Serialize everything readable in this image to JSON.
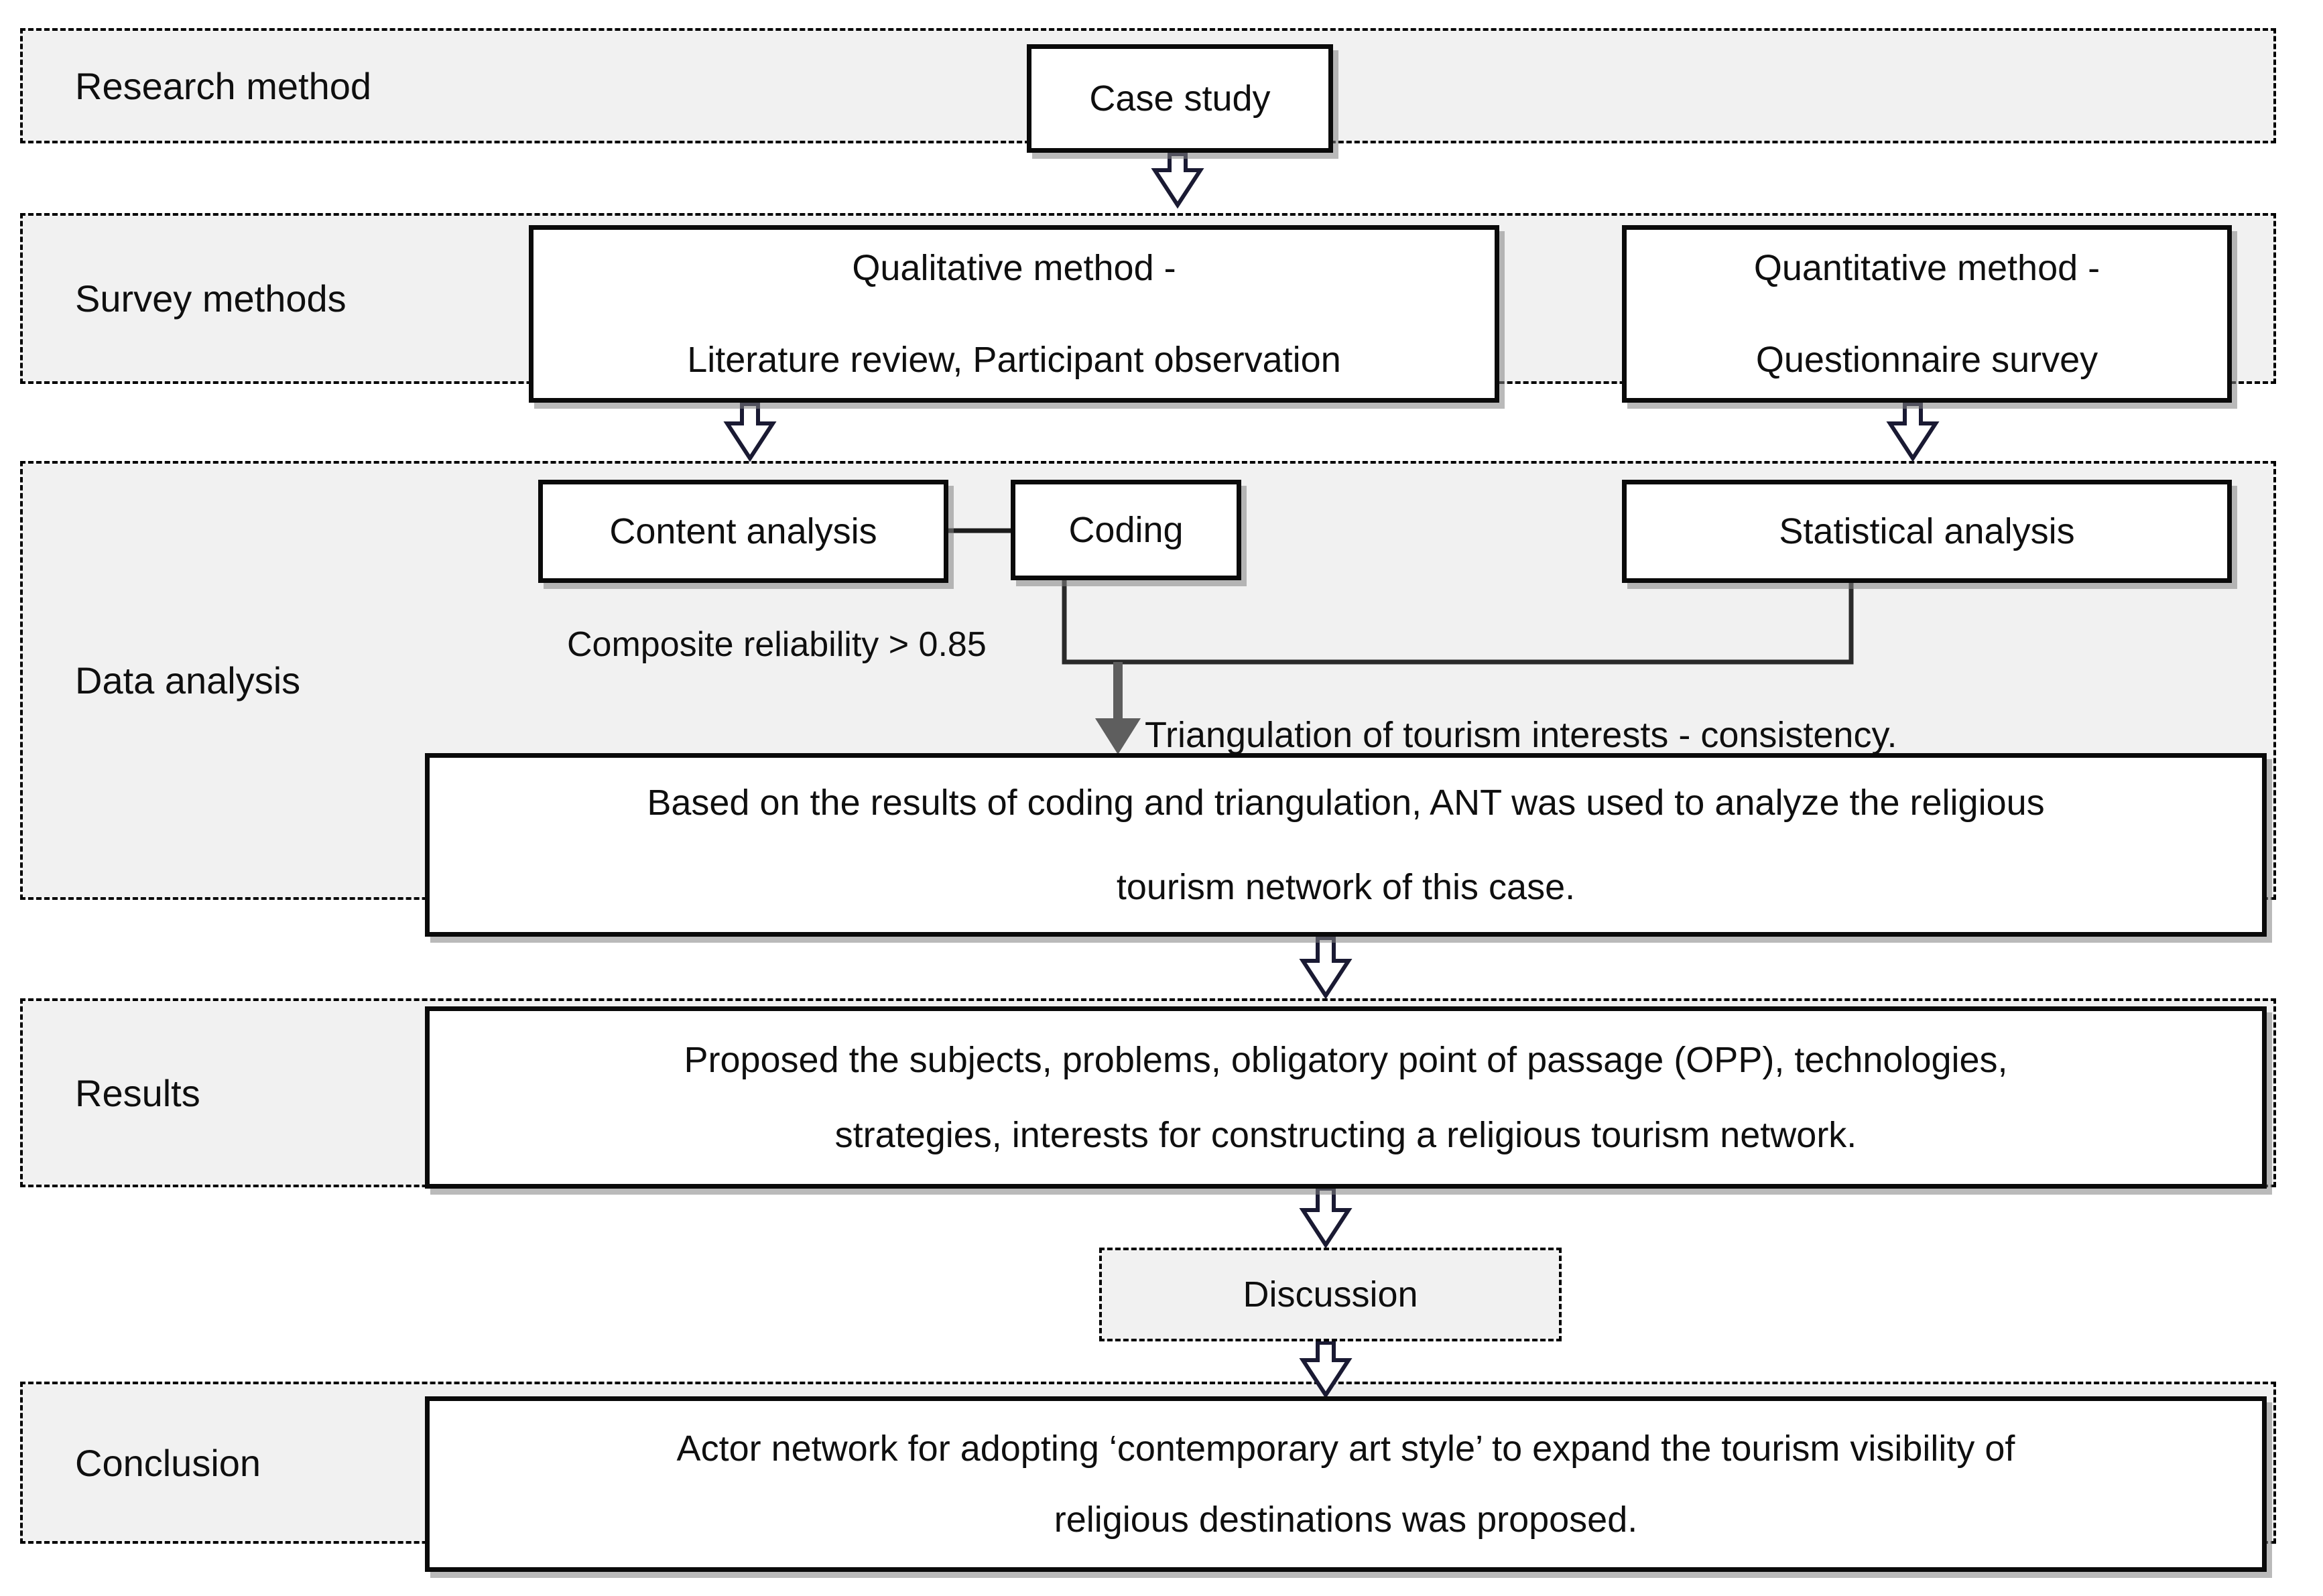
{
  "colors": {
    "band_fill": "#f1f1f1",
    "box_fill": "#ffffff",
    "box_border": "#000000",
    "hollow_arrow_outline": "#1a1a33",
    "solid_arrow": "#5e5e5e",
    "text": "#0f0f0f"
  },
  "rows": {
    "research": {
      "label": "Research method",
      "case_study": "Case study"
    },
    "survey": {
      "label": "Survey methods",
      "qualitative": {
        "line1": "Qualitative method -",
        "line2": "Literature review, Participant observation"
      },
      "quantitative": {
        "line1": "Quantitative method -",
        "line2": "Questionnaire survey"
      }
    },
    "analysis": {
      "label": "Data analysis",
      "content_analysis": "Content analysis",
      "coding": "Coding",
      "statistical_analysis": "Statistical analysis",
      "composite_note": "Composite reliability > 0.85",
      "triangulation_note": "Triangulation of tourism interests - consistency.",
      "ant_summary": {
        "line1": "Based on the results of coding and triangulation, ANT was used to analyze the religious",
        "line2": "tourism network of this case."
      }
    },
    "results": {
      "label": "Results",
      "line1": "Proposed the subjects, problems, obligatory point of passage (OPP), technologies,",
      "line2": "strategies, interests for constructing a religious tourism network."
    },
    "discussion": {
      "label": "Discussion"
    },
    "conclusion": {
      "label": "Conclusion",
      "line1": "Actor network for adopting ‘contemporary art style’ to expand the tourism visibility of",
      "line2": "religious destinations was proposed."
    }
  }
}
